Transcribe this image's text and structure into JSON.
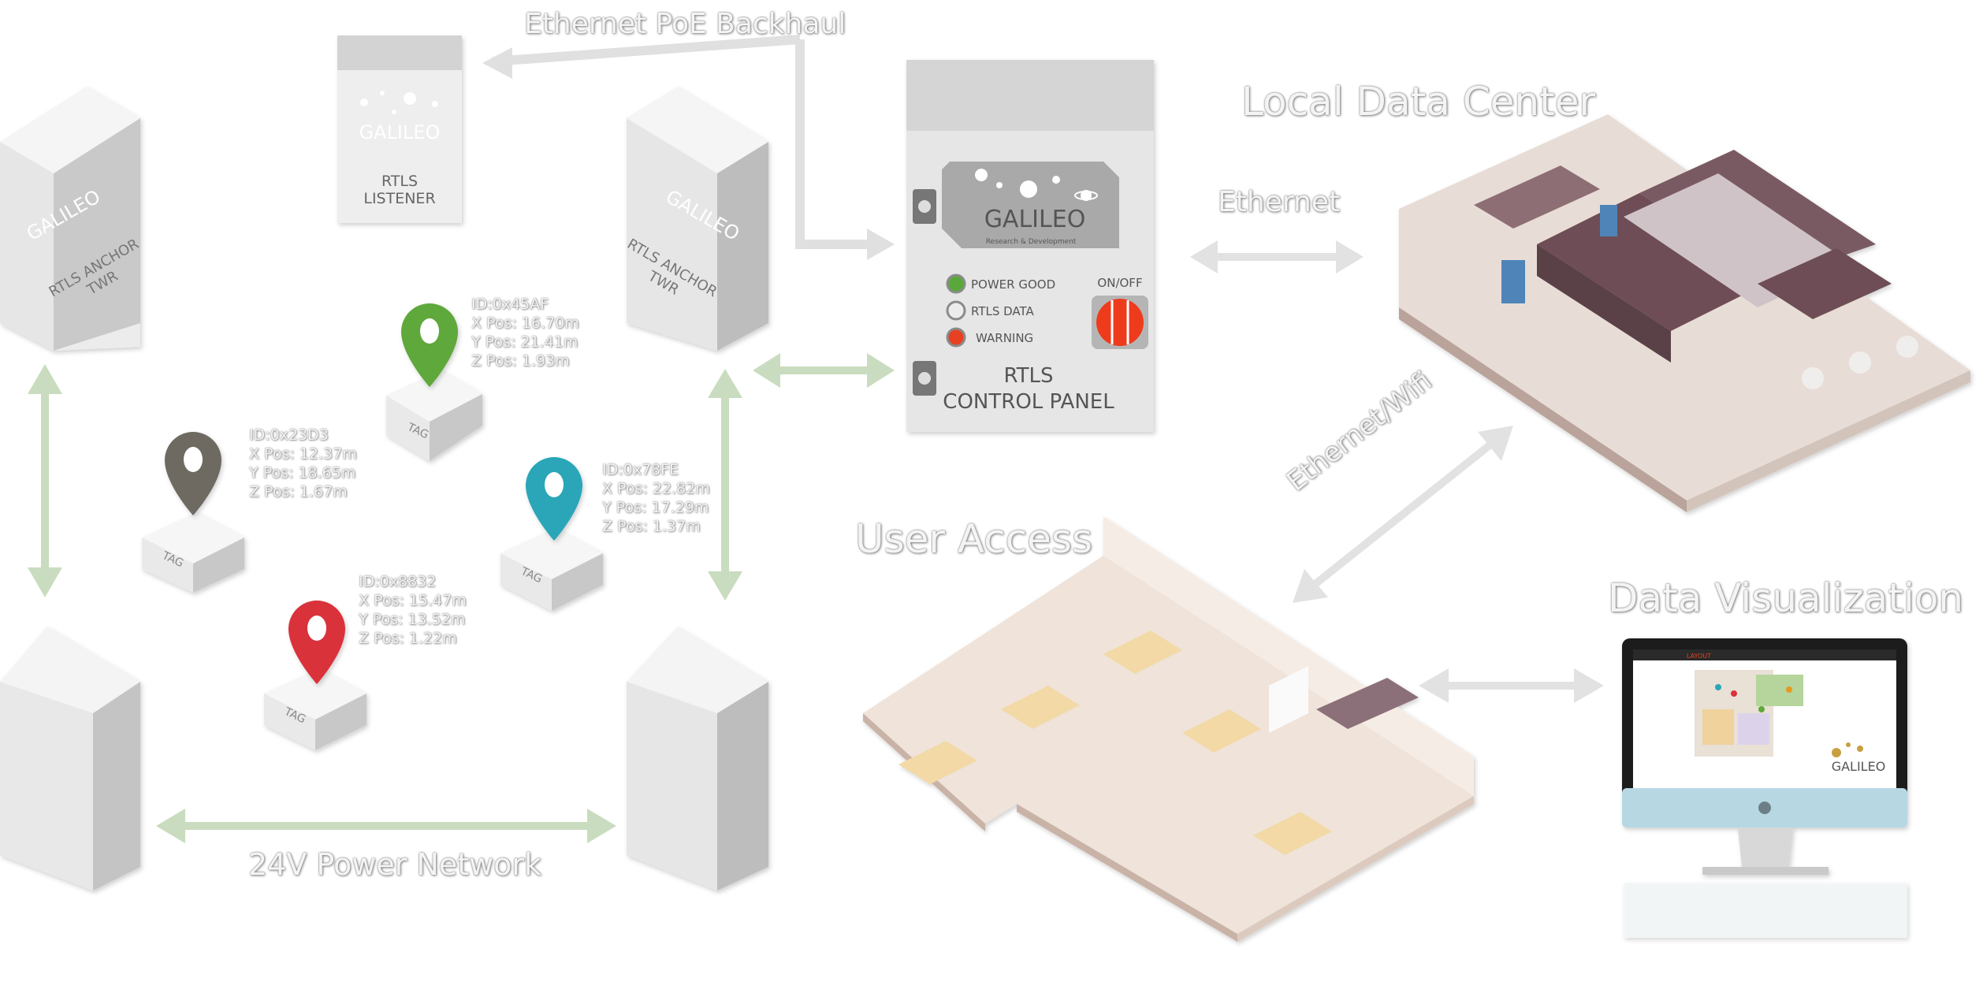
{
  "labels": {
    "ethernet_poe_backhaul": "Ethernet PoE Backhaul",
    "local_data_center": "Local Data Center",
    "ethernet": "Ethernet",
    "ethernet_wifi": "Ethernet/Wifi",
    "user_access": "User Access",
    "data_visualization": "Data Visualization",
    "power_network": "24V Power Network"
  },
  "brand": {
    "name": "GALILEO",
    "tagline": "Research & Development"
  },
  "listener": {
    "line1": "RTLS",
    "line2": "LISTENER"
  },
  "anchors": [
    {
      "line1": "RTLS ANCHOR",
      "line2": "TWR"
    },
    {
      "line1": "RTLS ANCHOR",
      "line2": "TWR"
    }
  ],
  "control_panel": {
    "title_line1": "RTLS",
    "title_line2": "CONTROL PANEL",
    "switch_label": "ON/OFF",
    "indicators": [
      {
        "label": "POWER GOOD",
        "color": "#5aa83a"
      },
      {
        "label": "RTLS DATA",
        "color": "#e8e8e8"
      },
      {
        "label": "WARNING",
        "color": "#e84020"
      }
    ]
  },
  "tags": [
    {
      "label": "TAG",
      "id": "ID:0x45AF",
      "x": "X Pos: 16.70m",
      "y": "Y Pos: 21.41m",
      "z": "Z Pos: 1.93m",
      "color": "#5fa83a"
    },
    {
      "label": "TAG",
      "id": "ID:0x23D3",
      "x": "X Pos: 12.37m",
      "y": "Y Pos: 18.65m",
      "z": "Z Pos: 1.67m",
      "color": "#6e6b62"
    },
    {
      "label": "TAG",
      "id": "ID:0x78FE",
      "x": "X Pos: 22.82m",
      "y": "Y Pos: 17.29m",
      "z": "Z Pos: 1.37m",
      "color": "#2aa6b8"
    },
    {
      "label": "TAG",
      "id": "ID:0x8832",
      "x": "X Pos: 15.47m",
      "y": "Y Pos: 13.52m",
      "z": "Z Pos: 1.22m",
      "color": "#d9303a"
    }
  ],
  "monitor": {
    "nav_item": "LAYOUT",
    "brand": "GALILEO"
  },
  "colors": {
    "power_arrow": "#c9dcbf",
    "data_arrow": "#e2e2e2",
    "box_light": "#ececec",
    "box_mid": "#d4d4d4",
    "box_dark": "#bdbdbd"
  }
}
